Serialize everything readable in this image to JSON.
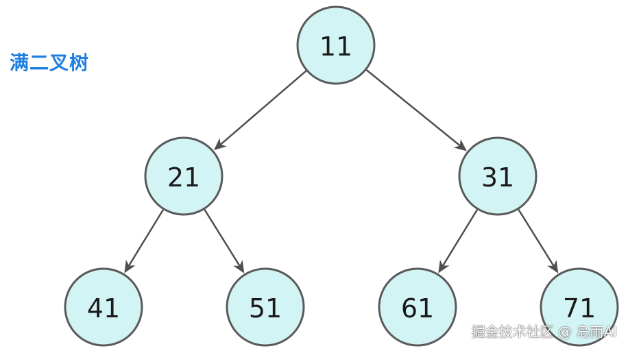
{
  "title": "满二叉树",
  "watermark": "掘金技术社区 @ 岛雨AI",
  "tree": {
    "nodes": [
      {
        "id": "n11",
        "label": "11"
      },
      {
        "id": "n21",
        "label": "21"
      },
      {
        "id": "n31",
        "label": "31"
      },
      {
        "id": "n41",
        "label": "41"
      },
      {
        "id": "n51",
        "label": "51"
      },
      {
        "id": "n61",
        "label": "61"
      },
      {
        "id": "n71",
        "label": "71"
      }
    ],
    "edges": [
      {
        "from": "n11",
        "to": "n21"
      },
      {
        "from": "n11",
        "to": "n31"
      },
      {
        "from": "n21",
        "to": "n41"
      },
      {
        "from": "n21",
        "to": "n51"
      },
      {
        "from": "n31",
        "to": "n61"
      },
      {
        "from": "n31",
        "to": "n71"
      }
    ]
  },
  "colors": {
    "node_fill": "#d3f4f5",
    "node_stroke": "#5a5a5a",
    "edge": "#4f4f4f",
    "title": "#1f7fe0"
  }
}
